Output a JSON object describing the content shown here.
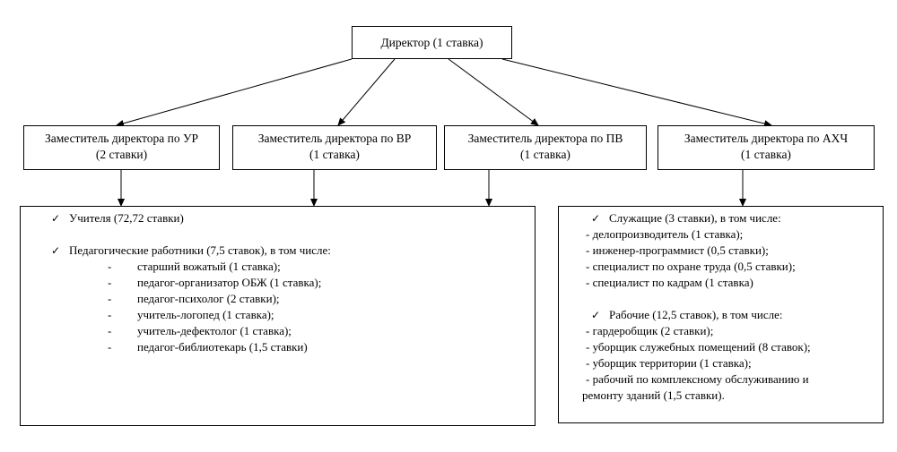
{
  "director": {
    "label": "Директор (1 ставка)"
  },
  "deputies": [
    {
      "title": "Заместитель директора по УР",
      "rate": "(2 ставки)"
    },
    {
      "title": "Заместитель директора по ВР",
      "rate": "(1 ставка)"
    },
    {
      "title": "Заместитель директора по ПВ",
      "rate": "(1 ставка)"
    },
    {
      "title": "Заместитель директора по АХЧ",
      "rate": "(1 ставка)"
    }
  ],
  "left_box": {
    "check_icon": "checkmark-icon",
    "teachers": "Учителя (72,72 ставки)",
    "pedagogical": "Педагогические работники (7,5 ставок), в том числе:",
    "items": [
      "старший вожатый (1 ставка);",
      "педагог-организатор ОБЖ (1 ставка);",
      "педагог-психолог (2 ставки);",
      "учитель-логопед (1 ставка);",
      "учитель-дефектолог (1 ставка);",
      "педагог-библиотекарь (1,5 ставки)"
    ]
  },
  "right_box": {
    "employees": "Служащие (3 ставки), в том числе:",
    "employee_items": [
      "- делопроизводитель (1 ставка);",
      "- инженер-программист (0,5 ставки);",
      "- специалист по охране труда (0,5 ставки);",
      "- специалист по кадрам (1 ставка)"
    ],
    "workers": "Рабочие (12,5 ставок), в том числе:",
    "worker_items": [
      "- гардеробщик (2 ставки);",
      "- уборщик служебных помещений (8 ставок);",
      "- уборщик территории (1 ставка);",
      "- рабочий по комплексному обслуживанию и",
      "ремонту зданий (1,5 ставки)."
    ]
  }
}
